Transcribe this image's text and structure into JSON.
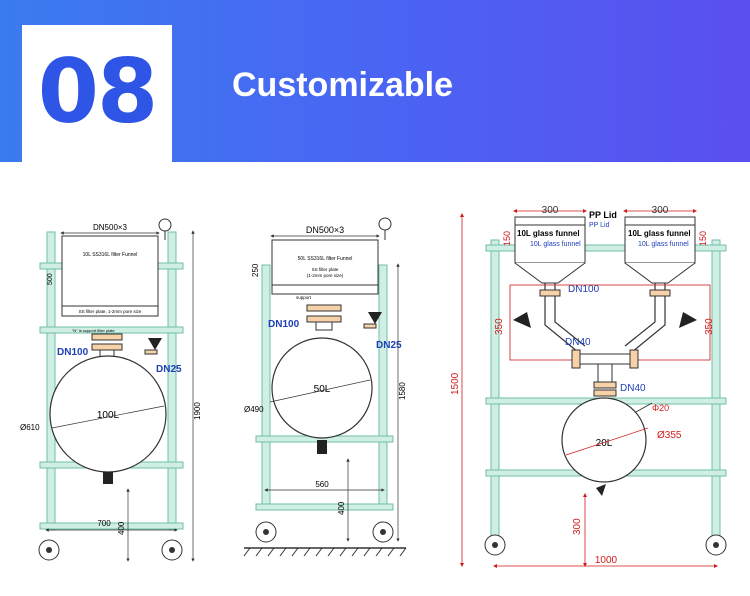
{
  "header": {
    "badge_number": "08",
    "title": "Customizable"
  },
  "colors": {
    "banner_start": "#3a7bef",
    "banner_end": "#5a4fef",
    "badge_text": "#2f55e6",
    "frame_tube": "#8fd6c2",
    "label_blue": "#1d3fb8",
    "dimension_red": "#d11a1a"
  },
  "drawing_a": {
    "top_dim": "DN500×3",
    "tank_label": "10L SS316L filter Funnel",
    "filter_plate": "SS filter plate, 1-2mm pore size",
    "support_note": "\"N\" is support filter plate",
    "height_tank": "500",
    "dn100": "DN100",
    "dn25": "DN25",
    "flask_label": "100L",
    "flask_dia": "Ø610",
    "total_height": "1900",
    "width": "700",
    "bottom_height": "400"
  },
  "drawing_b": {
    "top_dim": "DN500×3",
    "tank_label": "50L SS316L filter Funnel",
    "filter_plate": "SS filter plate",
    "filter_pore": "(1-2mm pore size)",
    "support": "support",
    "height_tank": "250",
    "dn100": "DN100",
    "dn25": "DN25",
    "flask_label": "50L",
    "flask_dia": "Ø490",
    "total_height": "1580",
    "width": "560",
    "bottom_height": "400"
  },
  "drawing_c": {
    "dim_300_left": "300",
    "dim_300_right": "300",
    "pp_lid": "PP Lid",
    "pp_lid_small": "PP Lid",
    "funnel_left_title": "10L glass funnel",
    "funnel_left_sub": "10L glass funnel",
    "funnel_right_title": "10L glass funnel",
    "funnel_right_sub": "10L glass funnel",
    "dim_150_left": "150",
    "dim_150_right": "150",
    "dn100": "DN100",
    "dim_350_left": "350",
    "dim_350_right": "350",
    "dn40_top": "DN40",
    "dn40_bottom": "DN40",
    "total_height": "1500",
    "phi20": "Φ20",
    "flask_label": "20L",
    "flask_dia": "Ø355",
    "bottom_height": "300",
    "width": "1000"
  }
}
